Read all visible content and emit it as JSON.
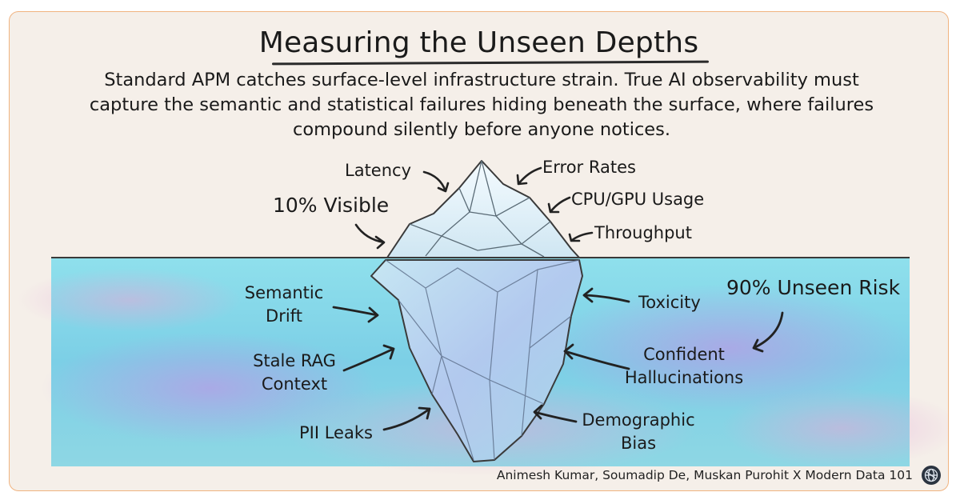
{
  "header": {
    "title": "Measuring the Unseen Depths",
    "subtitle": "Standard APM catches surface-level infrastructure strain. True AI observability must capture the semantic and statistical failures hiding beneath the surface, where failures compound silently before anyone notices."
  },
  "above_surface": {
    "share_label": "10% Visible",
    "metrics": {
      "latency": "Latency",
      "error_rates": "Error Rates",
      "cpu_gpu": "CPU/GPU Usage",
      "throughput": "Throughput"
    }
  },
  "below_surface": {
    "share_label": "90% Unseen Risk",
    "risks": {
      "semantic_drift_1": "Semantic",
      "semantic_drift_2": "Drift",
      "stale_rag_1": "Stale RAG",
      "stale_rag_2": "Context",
      "pii_leaks": "PII Leaks",
      "toxicity": "Toxicity",
      "confident_1": "Confident",
      "confident_2": "Hallucinations",
      "bias_1": "Demographic",
      "bias_2": "Bias"
    }
  },
  "footer": {
    "credit": "Animesh Kumar, Soumadip De, Muskan Purohit X Modern Data 101",
    "logo_icon": "globe-icon"
  },
  "colors": {
    "card_border": "#f0b380",
    "card_bg": "#f5efe9",
    "water_cyan": "#7fd6e6",
    "water_purple": "#b99de0",
    "ice": "#dff0f8"
  }
}
